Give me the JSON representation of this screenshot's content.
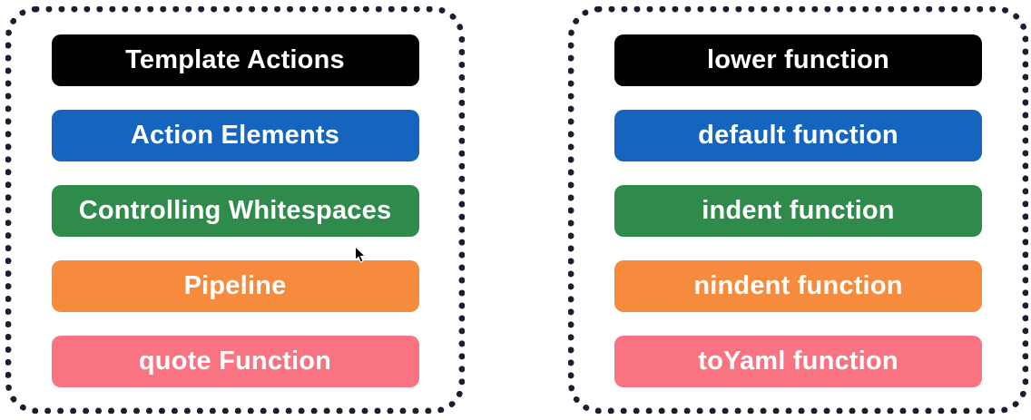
{
  "style": {
    "panel_border_color": "#1d1d31",
    "pill_text_color": "#ffffff",
    "pill_colors": {
      "black": "#000000",
      "blue": "#1565bf",
      "green": "#2e8b4c",
      "orange": "#f78b3d",
      "pink": "#f97480"
    }
  },
  "panels": [
    {
      "name": "template-actions-group",
      "items": [
        {
          "name": "template-actions-pill",
          "label": "Template Actions",
          "color": "#000000"
        },
        {
          "name": "action-elements-pill",
          "label": "Action Elements",
          "color": "#1565bf"
        },
        {
          "name": "controlling-whitespaces-pill",
          "label": "Controlling Whitespaces",
          "color": "#2e8b4c"
        },
        {
          "name": "pipeline-pill",
          "label": "Pipeline",
          "color": "#f78b3d"
        },
        {
          "name": "quote-function-pill",
          "label": "quote Function",
          "color": "#f97480"
        }
      ]
    },
    {
      "name": "template-functions-group",
      "items": [
        {
          "name": "lower-function-pill",
          "label": "lower function",
          "color": "#000000"
        },
        {
          "name": "default-function-pill",
          "label": "default function",
          "color": "#1565bf"
        },
        {
          "name": "indent-function-pill",
          "label": "indent function",
          "color": "#2e8b4c"
        },
        {
          "name": "nindent-function-pill",
          "label": "nindent function",
          "color": "#f78b3d"
        },
        {
          "name": "toyaml-function-pill",
          "label": "toYaml function",
          "color": "#f97480"
        }
      ]
    }
  ]
}
